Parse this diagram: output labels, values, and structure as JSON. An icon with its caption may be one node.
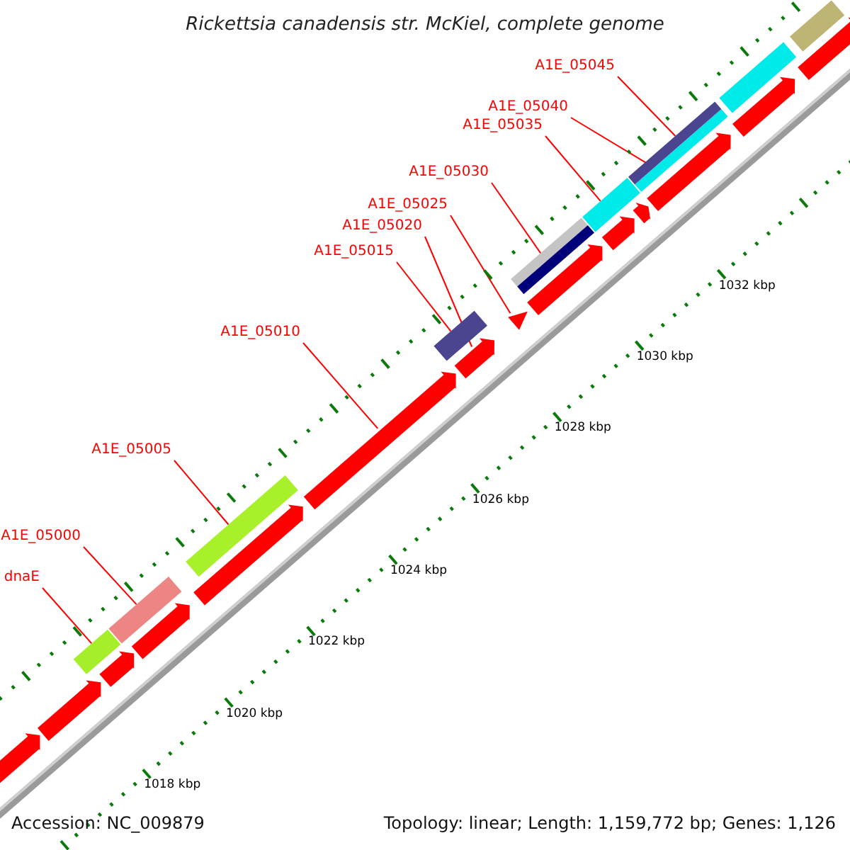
{
  "diagram": {
    "title": "Rickettsia canadensis str. McKiel, complete genome",
    "nodes": [
      {
        "text": [
          "A1E_05045"
        ]
      },
      {
        "text": [
          "A1E_05040"
        ]
      },
      {
        "text": [
          "A1E_05035"
        ]
      },
      {
        "text": [
          "A1E_05030"
        ]
      },
      {
        "text": [
          "A1E_05025"
        ]
      },
      {
        "text": [
          "A1E_05020"
        ]
      },
      {
        "text": [
          "A1E_05015"
        ]
      },
      {
        "text": [
          "A1E_05010"
        ]
      },
      {
        "text": [
          "A1E_05005"
        ]
      },
      {
        "text": [
          "A1E_05000"
        ]
      },
      {
        "text": [
          "dnaE"
        ]
      },
      {
        "text": [],
        "shape": "bar"
      },
      {
        "text": [],
        "shape": "bar"
      },
      {
        "text": [],
        "shape": "bar"
      },
      {
        "text": [],
        "shape": "arrow"
      },
      {
        "text": [],
        "shape": "bar"
      },
      {
        "text": [],
        "shape": "arrow"
      },
      {
        "text": [],
        "shape": "triangle"
      },
      {
        "text": [],
        "shape": "bar"
      },
      {
        "text": [],
        "shape": "bar"
      },
      {
        "text": [],
        "shape": "bar"
      },
      {
        "text": [],
        "shape": "bar"
      }
    ],
    "edges": [
      {
        "from": 10,
        "to": 11,
        "arrow": "none"
      },
      {
        "from": 9,
        "to": 12,
        "arrow": "none"
      },
      {
        "from": 8,
        "to": 13,
        "arrow": "none"
      },
      {
        "from": 7,
        "to": 14,
        "arrow": "none"
      },
      {
        "from": 6,
        "to": 15,
        "arrow": "none"
      },
      {
        "from": 5,
        "to": 16,
        "arrow": "none"
      },
      {
        "from": 4,
        "to": 17,
        "arrow": "none"
      },
      {
        "from": 3,
        "to": 18,
        "arrow": "none"
      },
      {
        "from": 2,
        "to": 19,
        "arrow": "none"
      },
      {
        "from": 1,
        "to": 20,
        "arrow": "none"
      },
      {
        "from": 0,
        "to": 21,
        "arrow": "none"
      }
    ],
    "labels": [
      "1032 kbp",
      "1030 kbp",
      "1028 kbp",
      "1026 kbp",
      "1024 kbp",
      "1022 kbp",
      "1020 kbp",
      "1018 kbp",
      "Accession: NC_009879",
      "Topology: linear; Length: 1,159,772 bp; Genes: 1,126"
    ]
  }
}
